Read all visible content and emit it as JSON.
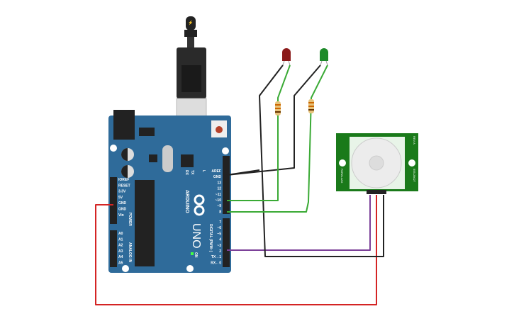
{
  "board": {
    "name": "ARDUINO",
    "model": "UNO",
    "on_label": "ON",
    "tx": "TX",
    "rx": "RX",
    "l": "L",
    "power_header": "POWER",
    "analog_header": "ANALOG IN",
    "digital_header": "DIGITAL (PWM~)",
    "power_pins": [
      "IOREF",
      "RESET",
      "3.3V",
      "5V",
      "GND",
      "GND",
      "Vin"
    ],
    "analog_pins": [
      "A0",
      "A1",
      "A2",
      "A3",
      "A4",
      "A5"
    ],
    "digital_pins_top": [
      "AREF",
      "GND",
      "13",
      "12",
      "~11",
      "~10",
      "~9",
      "8"
    ],
    "digital_pins_bottom": [
      "7",
      "~6",
      "~5",
      "4",
      "~3",
      "2",
      "TX→1",
      "RX←0"
    ]
  },
  "pir": {
    "brand": "PARALLAX",
    "part": "555-28027",
    "rev": "REV A"
  },
  "colors": {
    "board": "#2f6b9a",
    "red_wire": "#d42424",
    "purple_wire": "#7b3f98",
    "green_wire": "#3aaa35",
    "black_wire": "#222222",
    "pir_board": "#1a7a1a",
    "led_red": "#8b1a1a",
    "led_green": "#1e8a2a"
  }
}
